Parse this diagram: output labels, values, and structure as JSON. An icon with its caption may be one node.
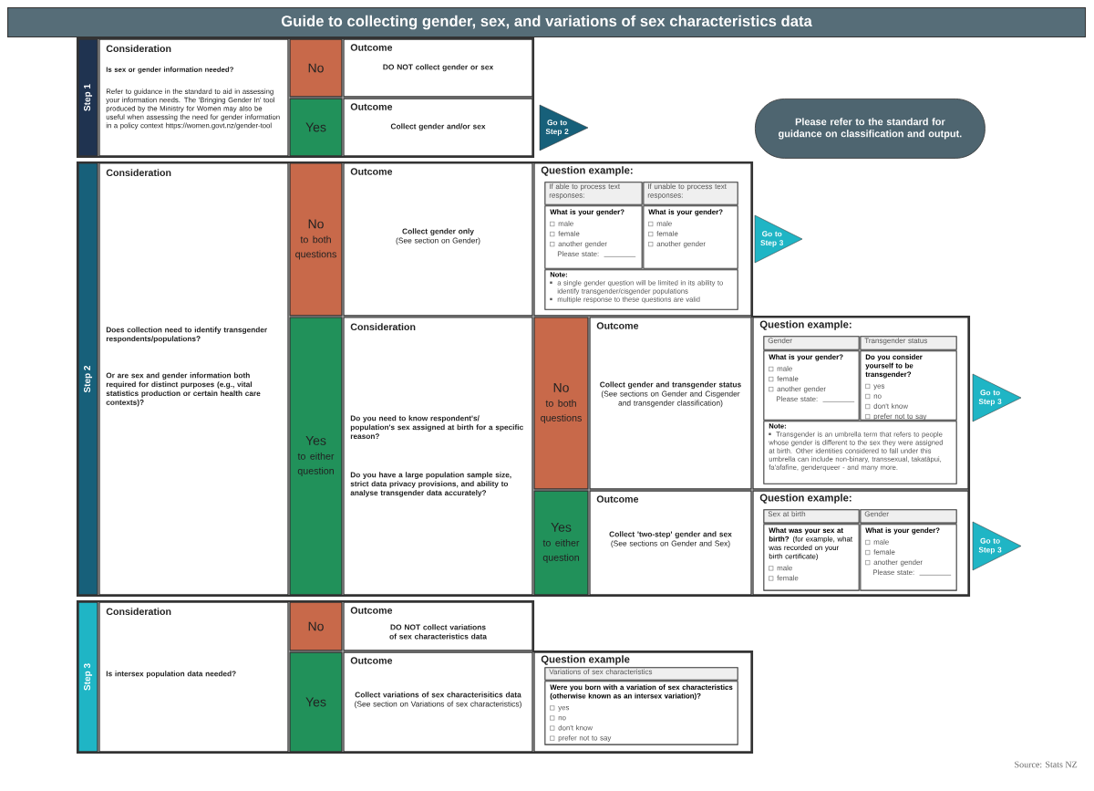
{
  "diagram": {
    "title": "Guide to collecting gender, sex, and variations of sex characteristics data",
    "nodes": [
      {
        "text": [
          "Step 1"
        ]
      },
      {
        "text": [
          "Consideration",
          "Is sex or gender information needed?",
          "Refer to guidance in the standard to aid in assessing your information needs. The 'Bringing Gender In' tool produced by the Ministry for Women may also be useful when assessing the need for gender information in a policy context https://women.govt.nz/gender-tool"
        ]
      },
      {
        "text": [
          "No"
        ]
      },
      {
        "text": [
          "Outcome",
          "DO NOT collect gender or sex"
        ]
      },
      {
        "text": [
          "Yes"
        ]
      },
      {
        "text": [
          "Outcome",
          "Collect gender and/or sex"
        ]
      },
      {
        "text": [
          "Go to Step 2"
        ]
      },
      {
        "text": [
          "Please refer to the standard for guidance on classification and output."
        ]
      },
      {
        "text": [
          "Step 2"
        ]
      },
      {
        "text": [
          "Consideration",
          "Does collection need to identify transgender respondents/populations?",
          "Or are sex and gender information both required for distinct purposes (e.g., vital statistics production or certain health care contexts)?"
        ]
      },
      {
        "text": [
          "No",
          "to both questions"
        ]
      },
      {
        "text": [
          "Outcome",
          "Collect gender only",
          "(See section on Gender)"
        ]
      },
      {
        "text": [
          "Question example:"
        ]
      },
      {
        "text": [
          "If able to process text responses:"
        ],
        "in": 12
      },
      {
        "text": [
          "If unable to process text responses:"
        ],
        "in": 12
      },
      {
        "text": [
          "What is your gender?",
          "male",
          "female",
          "another gender",
          "Please state:"
        ],
        "in": 12
      },
      {
        "text": [
          "What is your gender?",
          "male",
          "female",
          "another gender"
        ],
        "in": 12
      },
      {
        "text": [
          "Note:",
          "a single gender question will be limited in its ability to identify transgender/cisgender populations",
          "multiple response to these questions are valid"
        ],
        "in": 12
      },
      {
        "text": [
          "Go to Step 3"
        ]
      },
      {
        "text": [
          "Yes",
          "to either question"
        ]
      },
      {
        "text": [
          "Consideration",
          "Do you need to know respondent's/ population's sex assigned at birth for a specific reason?",
          "Do you have a large population sample size, strict data privacy provisions, and ability to analyse transgender data accurately?"
        ]
      },
      {
        "text": [
          "No",
          "to both questions"
        ]
      },
      {
        "text": [
          "Outcome",
          "Collect gender and transgender status",
          "(See sections on Gender and Cisgender and transgender classification)"
        ]
      },
      {
        "text": [
          "Question example:"
        ]
      },
      {
        "text": [
          "Gender"
        ],
        "in": 23
      },
      {
        "text": [
          "Transgender status"
        ],
        "in": 23
      },
      {
        "text": [
          "What is your gender?",
          "male",
          "female",
          "another gender",
          "Please state:"
        ],
        "in": 23
      },
      {
        "text": [
          "Do you consider yourself to be transgender?",
          "yes",
          "no",
          "don't know",
          "prefer not to say"
        ],
        "in": 23
      },
      {
        "text": [
          "Note:",
          "Transgender is an umbrella term that refers to people whose gender is different to the sex they were assigned at birth. Other identities considered to fall under this umbrella can include non-binary, transsexual, takatāpui, fa'afafine, genderqueer - and many more."
        ],
        "in": 23
      },
      {
        "text": [
          "Go to Step 3"
        ]
      },
      {
        "text": [
          "Yes",
          "to either question"
        ]
      },
      {
        "text": [
          "Outcome",
          "Collect 'two-step' gender and sex",
          "(See sections on Gender and Sex)"
        ]
      },
      {
        "text": [
          "Question example:"
        ]
      },
      {
        "text": [
          "Sex at birth"
        ],
        "in": 32
      },
      {
        "text": [
          "Gender"
        ],
        "in": 32
      },
      {
        "text": [
          "**What was your sex at birth?** (for example, what was recorded on your birth certificate)",
          "male",
          "female"
        ],
        "in": 32
      },
      {
        "text": [
          "What is your gender?",
          "male",
          "female",
          "another gender",
          "Please state:"
        ],
        "in": 32
      },
      {
        "text": [
          "Go to Step 3"
        ]
      },
      {
        "text": [
          "Step 3"
        ]
      },
      {
        "text": [
          "Consideration",
          "Is intersex population data needed?"
        ]
      },
      {
        "text": [
          "No"
        ]
      },
      {
        "text": [
          "Outcome",
          "DO NOT collect variations of sex characteristics data"
        ]
      },
      {
        "text": [
          "Yes"
        ]
      },
      {
        "text": [
          "Outcome",
          "Collect variations of sex characterisitics data",
          "(See section on Variations of sex characteristics)"
        ]
      },
      {
        "text": [
          "Question example"
        ]
      },
      {
        "text": [
          "Variations of sex characteristics"
        ],
        "in": 44
      },
      {
        "text": [
          "Were you born with a variation of sex characteristics (otherwise known as an intersex variation)?",
          "yes",
          "no",
          "don't know",
          "prefer not to say"
        ],
        "in": 44
      }
    ],
    "labels": [
      "Source: Stats NZ"
    ]
  }
}
